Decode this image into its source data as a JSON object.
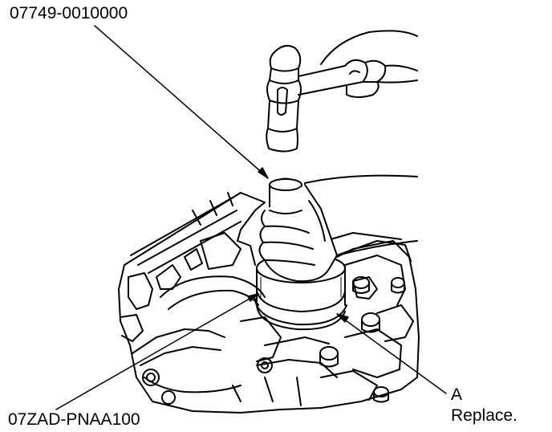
{
  "callouts": {
    "tool_top": "07749-0010000",
    "tool_bottom": "07ZAD-PNAA100",
    "part_letter": "A",
    "part_note": "Replace."
  },
  "colors": {
    "ink": "#000000",
    "paper": "#ffffff"
  }
}
